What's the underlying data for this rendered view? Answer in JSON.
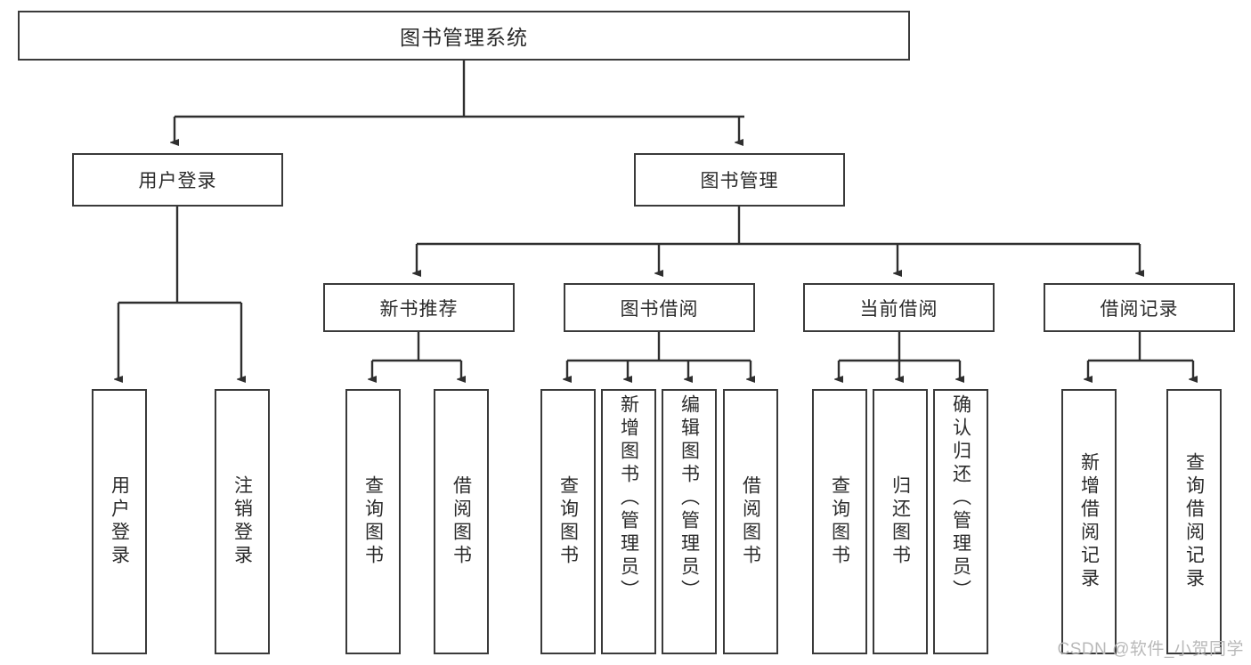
{
  "diagram": {
    "title": "图书管理系统",
    "type": "tree",
    "root": {
      "label": "图书管理系统",
      "id": "root"
    },
    "level2": [
      {
        "id": "user-login",
        "label": "用户登录"
      },
      {
        "id": "book-manage",
        "label": "图书管理"
      }
    ],
    "level3": [
      {
        "id": "new-book-recommend",
        "label": "新书推荐",
        "parent": "book-manage"
      },
      {
        "id": "book-borrow",
        "label": "图书借阅",
        "parent": "book-manage"
      },
      {
        "id": "current-borrow",
        "label": "当前借阅",
        "parent": "book-manage"
      },
      {
        "id": "borrow-record",
        "label": "借阅记录",
        "parent": "book-manage"
      }
    ],
    "leaves": [
      {
        "id": "leaf-user-login",
        "label": "用户登录",
        "parent": "user-login"
      },
      {
        "id": "leaf-logout",
        "label": "注销登录",
        "parent": "user-login"
      },
      {
        "id": "leaf-query-book-1",
        "label": "查询图书",
        "parent": "new-book-recommend"
      },
      {
        "id": "leaf-borrow-book-1",
        "label": "借阅图书",
        "parent": "new-book-recommend"
      },
      {
        "id": "leaf-query-book-2",
        "label": "查询图书",
        "parent": "book-borrow"
      },
      {
        "id": "leaf-add-book",
        "label": "新增图书（管理员）",
        "parent": "book-borrow"
      },
      {
        "id": "leaf-edit-book",
        "label": "编辑图书（管理员）",
        "parent": "book-borrow"
      },
      {
        "id": "leaf-borrow-book-2",
        "label": "借阅图书",
        "parent": "book-borrow"
      },
      {
        "id": "leaf-query-book-3",
        "label": "查询图书",
        "parent": "current-borrow"
      },
      {
        "id": "leaf-return-book",
        "label": "归还图书",
        "parent": "current-borrow"
      },
      {
        "id": "leaf-confirm-return",
        "label": "确认归还（管理员）",
        "parent": "current-borrow"
      },
      {
        "id": "leaf-add-record",
        "label": "新增借阅记录",
        "parent": "borrow-record"
      },
      {
        "id": "leaf-query-record",
        "label": "查询借阅记录",
        "parent": "borrow-record"
      }
    ],
    "watermark": "CSDN @软件_小贺同学",
    "colors": {
      "box_border": "#3a3a3a",
      "box_fill": "#ffffff",
      "text": "#2b2b2b",
      "connector": "#2f2f2f",
      "watermark": "#b9b9b9",
      "background": "#ffffff"
    }
  }
}
